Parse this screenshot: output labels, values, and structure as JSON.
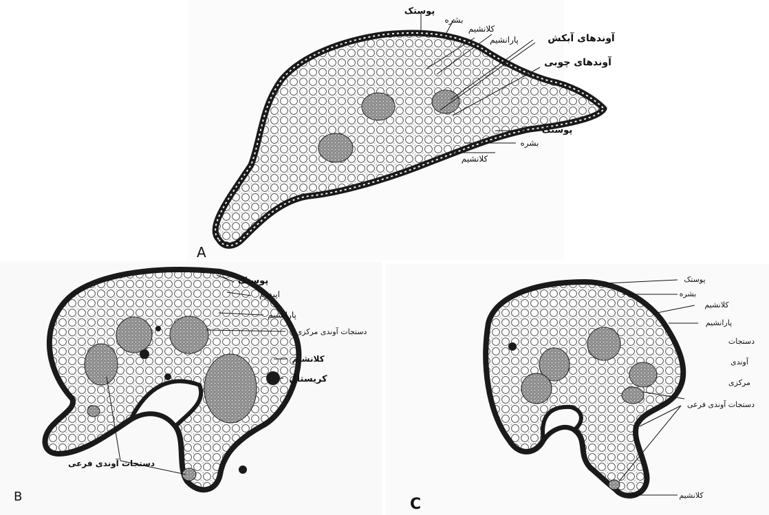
{
  "panels": {
    "A": {
      "letter": "A",
      "labels": {
        "poostak_top": "پوستک",
        "bashreh_top": "بشره",
        "collenchyma_top": "کلانشیم",
        "parenchyma": "پارانشیم",
        "phloem": "آوندهای آبکش",
        "xylem": "آوندهای چوبی",
        "poostak_bottom": "پوستک",
        "bashreh_bottom": "بشره",
        "collenchyma_bottom": "کلانشیم"
      }
    },
    "B": {
      "letter": "B",
      "labels": {
        "poostak": "پوستک",
        "epiderm": "اپیدرم",
        "parenchyma": "پارانشیم",
        "central_bundles": "دستجات آوندی مرکزی",
        "collenchyma": "کلانشیم",
        "crystal": "کریستال",
        "lateral_bundles": "دستجات آوندی فرعی"
      }
    },
    "C": {
      "letter": "C",
      "labels": {
        "poostak": "پوستک",
        "bashreh": "بشره",
        "collenchyma": "کلانشیم",
        "parenchyma": "پارانشیم",
        "central_1": "دستجات",
        "central_2": "آوندی",
        "central_3": "مرکزی",
        "lateral_bundles": "دستجات آوندی فرعی",
        "collenchyma_bottom": "کلانشیم"
      }
    }
  }
}
